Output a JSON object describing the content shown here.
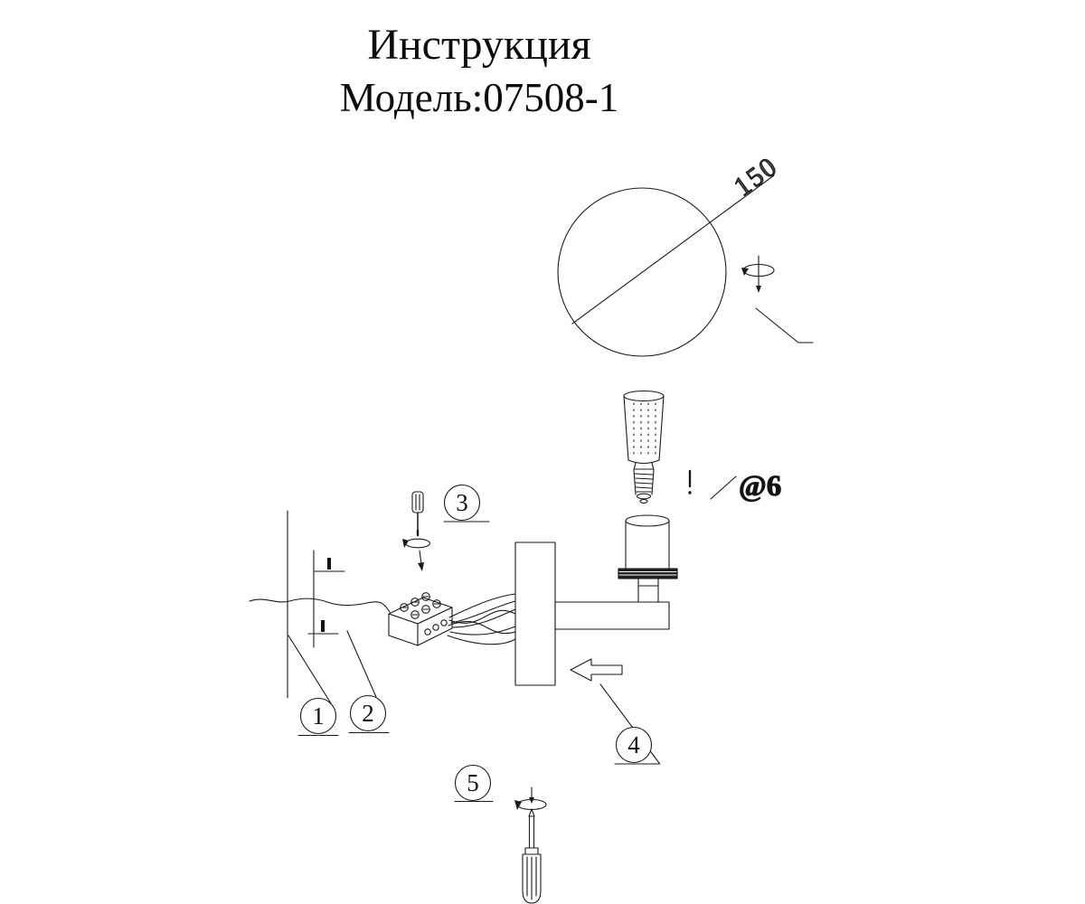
{
  "page": {
    "title": "Инструкция",
    "model": "Модель:07508-1"
  },
  "annotations": {
    "globe_diameter": "150",
    "thread_diameter": "@6",
    "callouts": [
      "1",
      "2",
      "3",
      "4",
      "5"
    ]
  },
  "colors": {
    "ink": "#1a1a1a",
    "dim_label": "#4a4a4a",
    "background": "#ffffff"
  }
}
